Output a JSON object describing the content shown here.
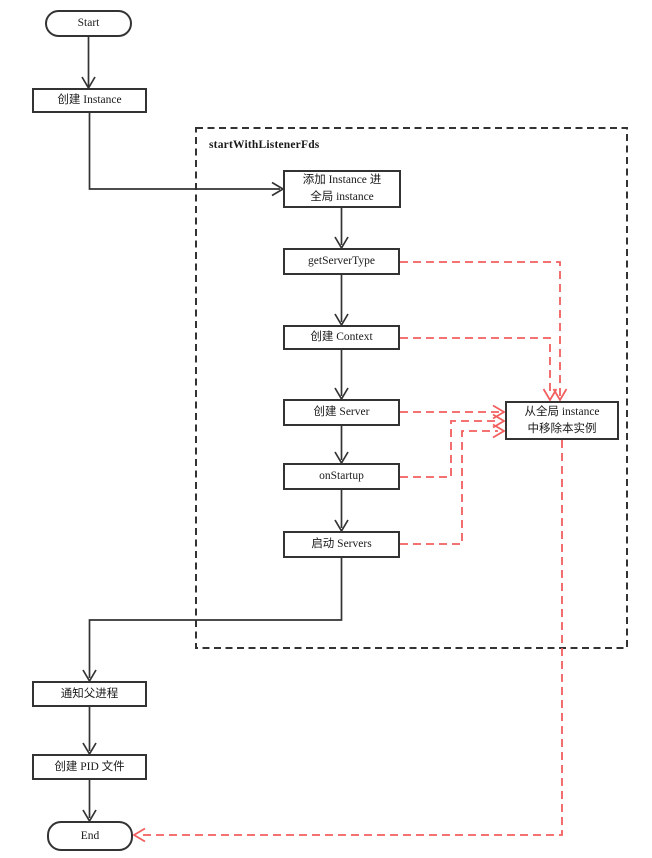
{
  "diagram": {
    "group": {
      "label": "startWithListenerFds"
    },
    "nodes": {
      "start": {
        "label": "Start",
        "type": "terminal"
      },
      "create_instance": {
        "label": "创建 Instance",
        "type": "process"
      },
      "add_instance": {
        "label": "添加 Instance 进\n全局 instance",
        "type": "process"
      },
      "get_server_type": {
        "label": "getServerType",
        "type": "process"
      },
      "create_context": {
        "label": "创建 Context",
        "type": "process"
      },
      "create_server": {
        "label": "创建 Server",
        "type": "process"
      },
      "on_startup": {
        "label": "onStartup",
        "type": "process"
      },
      "start_servers": {
        "label": "启动 Servers",
        "type": "process"
      },
      "remove_instance": {
        "label": "从全局 instance\n中移除本实例",
        "type": "process"
      },
      "notify_parent": {
        "label": "通知父进程",
        "type": "process"
      },
      "create_pid": {
        "label": "创建 PID 文件",
        "type": "process"
      },
      "end": {
        "label": "End",
        "type": "terminal"
      }
    },
    "edges": [
      {
        "from": "start",
        "to": "create_instance",
        "style": "solid"
      },
      {
        "from": "create_instance",
        "to": "add_instance",
        "style": "solid"
      },
      {
        "from": "add_instance",
        "to": "get_server_type",
        "style": "solid"
      },
      {
        "from": "get_server_type",
        "to": "create_context",
        "style": "solid"
      },
      {
        "from": "create_context",
        "to": "create_server",
        "style": "solid"
      },
      {
        "from": "create_server",
        "to": "on_startup",
        "style": "solid"
      },
      {
        "from": "on_startup",
        "to": "start_servers",
        "style": "solid"
      },
      {
        "from": "start_servers",
        "to": "notify_parent",
        "style": "solid"
      },
      {
        "from": "notify_parent",
        "to": "create_pid",
        "style": "solid"
      },
      {
        "from": "create_pid",
        "to": "end",
        "style": "solid"
      },
      {
        "from": "get_server_type",
        "to": "remove_instance",
        "style": "red-dashed"
      },
      {
        "from": "create_context",
        "to": "remove_instance",
        "style": "red-dashed"
      },
      {
        "from": "create_server",
        "to": "remove_instance",
        "style": "red-dashed"
      },
      {
        "from": "on_startup",
        "to": "remove_instance",
        "style": "red-dashed"
      },
      {
        "from": "start_servers",
        "to": "remove_instance",
        "style": "red-dashed"
      },
      {
        "from": "remove_instance",
        "to": "end",
        "style": "red-dashed"
      }
    ],
    "colors": {
      "line": "#333333",
      "error_line": "#f25f5f",
      "box_border": "#333333",
      "background": "#ffffff"
    }
  }
}
